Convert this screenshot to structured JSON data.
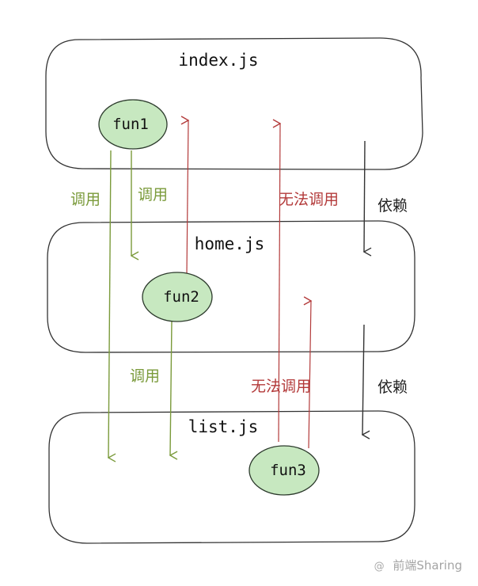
{
  "modules": {
    "index": "index.js",
    "home": "home.js",
    "list": "list.js"
  },
  "functions": {
    "fun1": "fun1",
    "fun2": "fun2",
    "fun3": "fun3"
  },
  "labels": {
    "call_left": "调用",
    "call_top": "调用",
    "call_mid": "调用",
    "cannot_call_top": "无法调用",
    "cannot_call_bottom": "无法调用",
    "depends_top": "依赖",
    "depends_bottom": "依赖"
  },
  "watermark": {
    "text": "前端Sharing"
  },
  "colors": {
    "call": "#7a9a3a",
    "cannot_call": "#b33a3a",
    "depends": "#333333",
    "function_fill": "#c7e8c0",
    "function_stroke": "#2c3a2c",
    "module_stroke": "#333333"
  }
}
